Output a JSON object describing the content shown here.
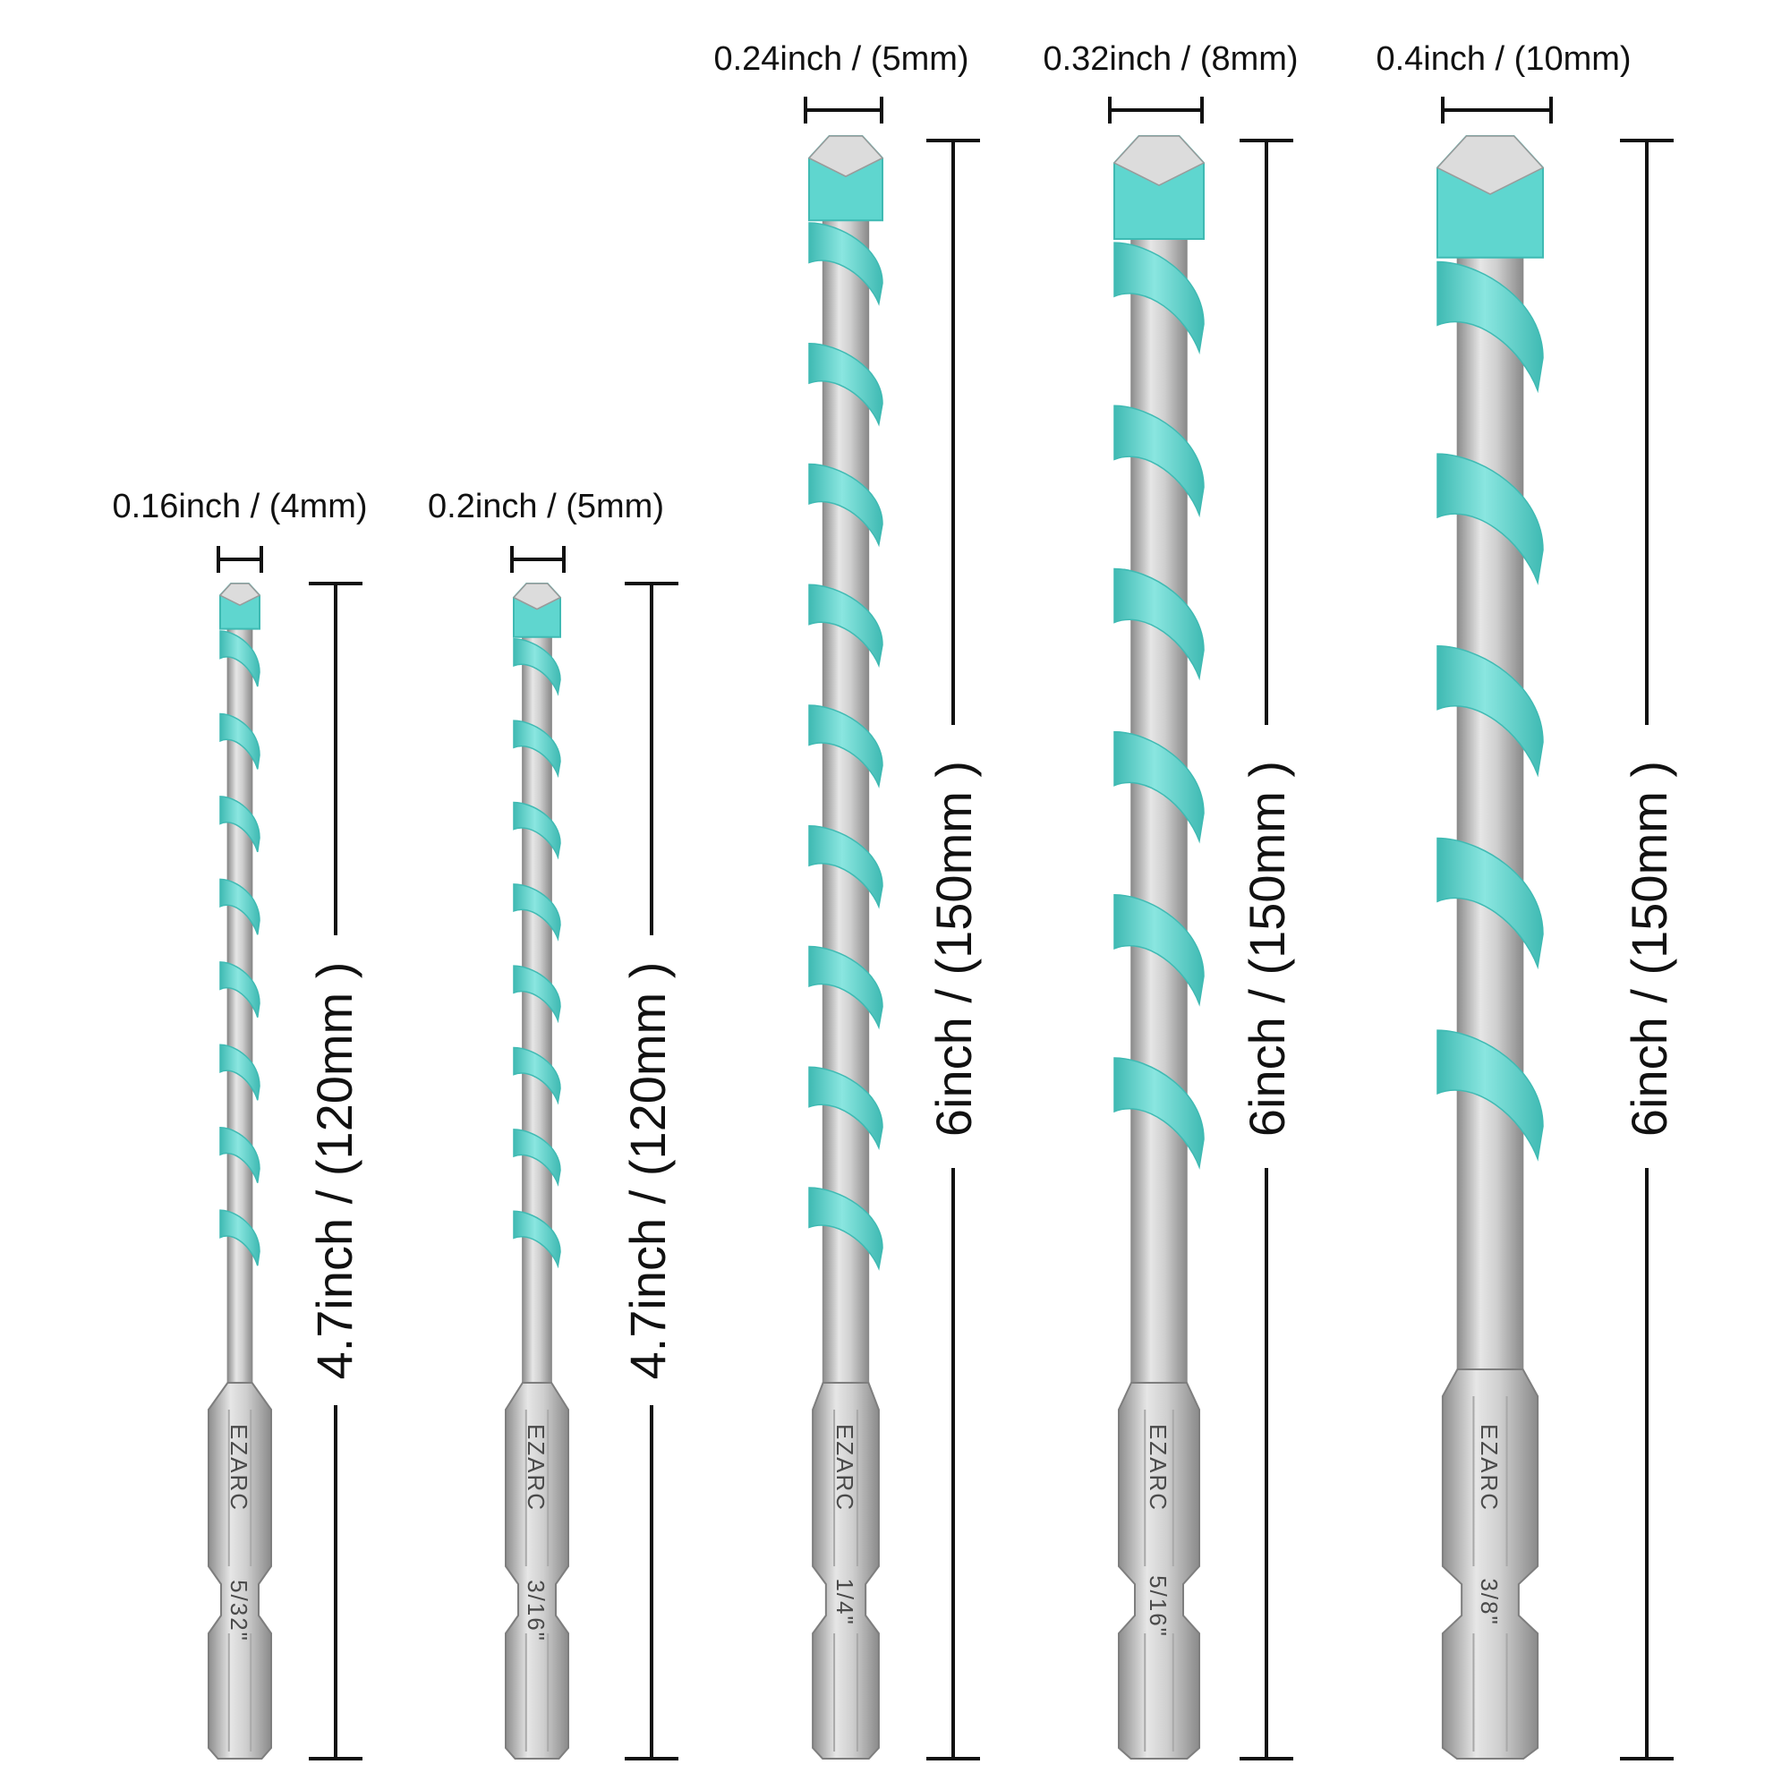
{
  "colors": {
    "flute": "#5fd6cf",
    "flute_dark": "#3fbab3",
    "shank_light": "#e6e6e6",
    "shank_mid": "#bdbdbd",
    "shank_dark": "#8d8d8d",
    "line": "#111111"
  },
  "bits": [
    {
      "diameter_label": "0.16inch / (4mm)",
      "length_label": "4.7inch / (120mm )",
      "brand": "EZARC",
      "size_mark": "5/32\""
    },
    {
      "diameter_label": "0.2inch / (5mm)",
      "length_label": "4.7inch / (120mm )",
      "brand": "EZARC",
      "size_mark": "3/16\""
    },
    {
      "diameter_label": "0.24inch / (5mm)",
      "length_label": "6inch / (150mm )",
      "brand": "EZARC",
      "size_mark": "1/4\""
    },
    {
      "diameter_label": "0.32inch / (8mm)",
      "length_label": "6inch / (150mm )",
      "brand": "EZARC",
      "size_mark": "5/16\""
    },
    {
      "diameter_label": "0.4inch / (10mm)",
      "length_label": "6inch / (150mm )",
      "brand": "EZARC",
      "size_mark": "3/8\""
    }
  ]
}
